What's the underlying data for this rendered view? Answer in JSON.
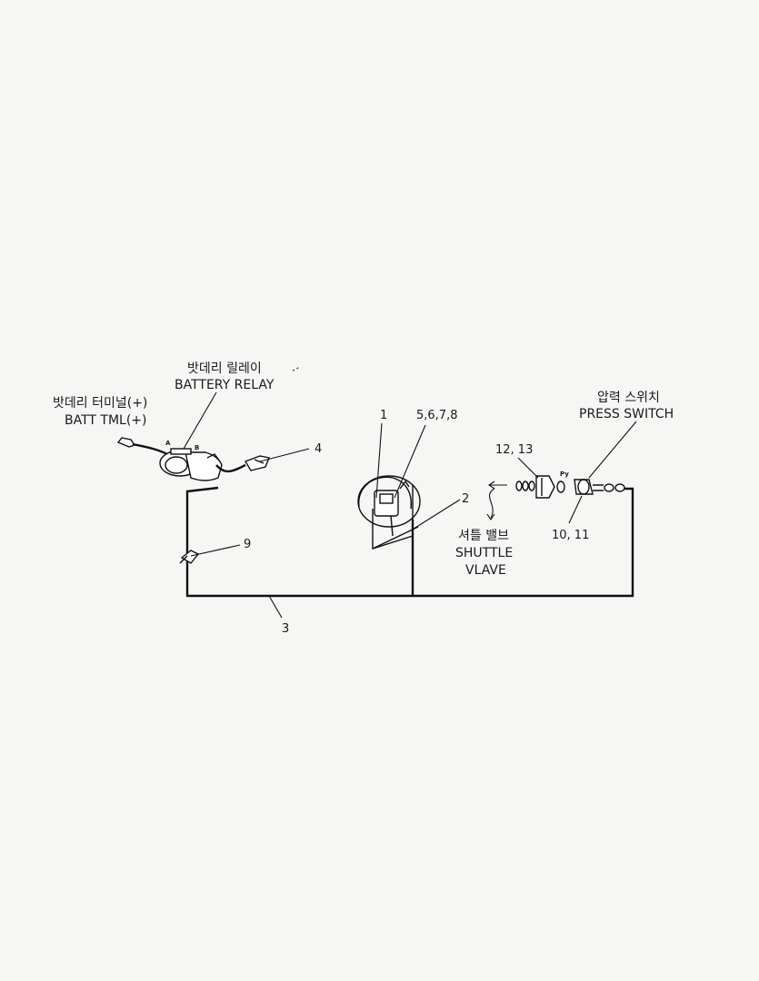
{
  "labels": {
    "battery_relay_kr": "밧데리 릴레이",
    "battery_relay_en": "BATTERY RELAY",
    "batt_terminal_kr": "밧데리 터미널(+)",
    "batt_terminal_en": "BATT TML(+)",
    "relay_terminal_a": "A",
    "relay_terminal_b": "B",
    "part_1": "1",
    "part_2": "2",
    "part_3": "3",
    "part_4": "4",
    "parts_5_8": "5,6,7,8",
    "part_9": "9",
    "parts_10_11": "10, 11",
    "parts_12_13": "12, 13",
    "press_switch_kr": "압력 스위치",
    "press_switch_en": "PRESS SWITCH",
    "shuttle_valve_kr": "셔틀 밸브",
    "shuttle_valve_en_1": "SHUTTLE",
    "shuttle_valve_en_2": "VLAVE",
    "port_py": "Py"
  },
  "colors": {
    "background": "#f6f6f5",
    "ink": "#111111"
  }
}
